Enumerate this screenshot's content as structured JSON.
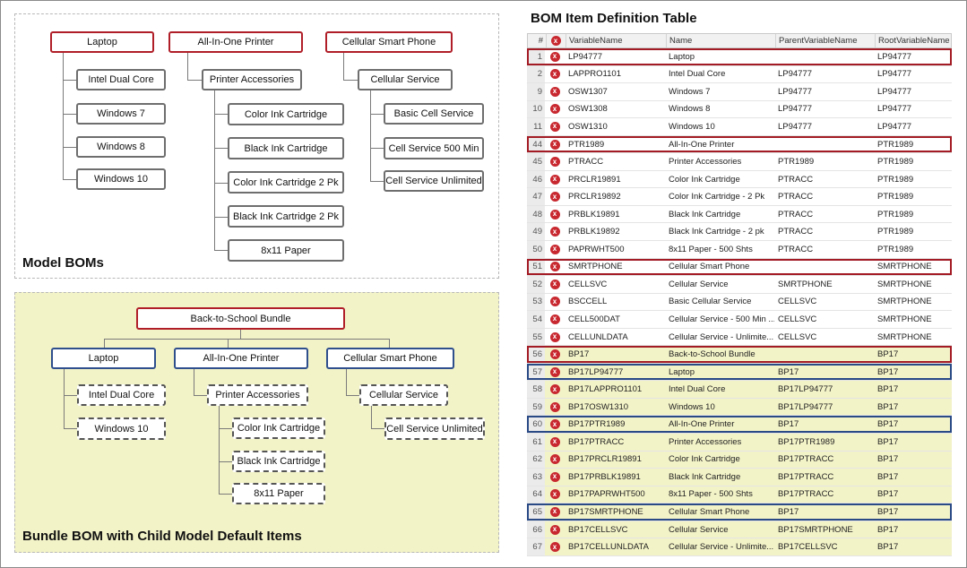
{
  "model_panel": {
    "title": "Model BOMs",
    "laptop": "Laptop",
    "printer": "All-In-One Printer",
    "phone": "Cellular Smart Phone",
    "laptop_children": [
      "Intel Dual Core",
      "Windows 7",
      "Windows 8",
      "Windows 10"
    ],
    "printer_accessories": "Printer Accessories",
    "printer_items": [
      "Color Ink Cartridge",
      "Black Ink Cartridge",
      "Color Ink Cartridge 2 Pk",
      "Black Ink Cartridge 2 Pk",
      "8x11 Paper"
    ],
    "cellular_service": "Cellular Service",
    "service_items": [
      "Basic Cell Service",
      "Cell Service 500 Min",
      "Cell Service Unlimited"
    ]
  },
  "bundle_panel": {
    "title": "Bundle BOM with Child Model Default Items",
    "root": "Back-to-School Bundle",
    "laptop": "Laptop",
    "printer": "All-In-One Printer",
    "phone": "Cellular Smart Phone",
    "laptop_children": [
      "Intel Dual Core",
      "Windows 10"
    ],
    "printer_accessories": "Printer Accessories",
    "printer_items": [
      "Color Ink Cartridge",
      "Black Ink Cartridge",
      "8x11 Paper"
    ],
    "cellular_service": "Cellular Service",
    "service_items": [
      "Cell Service Unlimited"
    ]
  },
  "table": {
    "title": "BOM Item Definition Table",
    "headers": {
      "num": "#",
      "icon": "x",
      "var": "VariableName",
      "name": "Name",
      "parent": "ParentVariableName",
      "root": "RootVariableName"
    },
    "rows": [
      {
        "num": "1",
        "var": "LP94777",
        "name": "Laptop",
        "parent": "",
        "root": "LP94777",
        "hl": "red",
        "bg": ""
      },
      {
        "num": "2",
        "var": "LAPPRO1101",
        "name": "Intel Dual Core",
        "parent": "LP94777",
        "root": "LP94777",
        "hl": "",
        "bg": ""
      },
      {
        "num": "9",
        "var": "OSW1307",
        "name": "Windows 7",
        "parent": "LP94777",
        "root": "LP94777",
        "hl": "",
        "bg": ""
      },
      {
        "num": "10",
        "var": "OSW1308",
        "name": "Windows 8",
        "parent": "LP94777",
        "root": "LP94777",
        "hl": "",
        "bg": ""
      },
      {
        "num": "11",
        "var": "OSW1310",
        "name": "Windows 10",
        "parent": "LP94777",
        "root": "LP94777",
        "hl": "",
        "bg": ""
      },
      {
        "num": "44",
        "var": "PTR1989",
        "name": "All-In-One Printer",
        "parent": "",
        "root": "PTR1989",
        "hl": "red",
        "bg": ""
      },
      {
        "num": "45",
        "var": "PTRACC",
        "name": "Printer Accessories",
        "parent": "PTR1989",
        "root": "PTR1989",
        "hl": "",
        "bg": ""
      },
      {
        "num": "46",
        "var": "PRCLR19891",
        "name": "Color Ink Cartridge",
        "parent": "PTRACC",
        "root": "PTR1989",
        "hl": "",
        "bg": ""
      },
      {
        "num": "47",
        "var": "PRCLR19892",
        "name": "Color Ink Cartridge - 2 Pk",
        "parent": "PTRACC",
        "root": "PTR1989",
        "hl": "",
        "bg": ""
      },
      {
        "num": "48",
        "var": "PRBLK19891",
        "name": "Black Ink Cartridge",
        "parent": "PTRACC",
        "root": "PTR1989",
        "hl": "",
        "bg": ""
      },
      {
        "num": "49",
        "var": "PRBLK19892",
        "name": "Black Ink Cartridge - 2 pk",
        "parent": "PTRACC",
        "root": "PTR1989",
        "hl": "",
        "bg": ""
      },
      {
        "num": "50",
        "var": "PAPRWHT500",
        "name": "8x11 Paper - 500 Shts",
        "parent": "PTRACC",
        "root": "PTR1989",
        "hl": "",
        "bg": ""
      },
      {
        "num": "51",
        "var": "SMRTPHONE",
        "name": "Cellular Smart Phone",
        "parent": "",
        "root": "SMRTPHONE",
        "hl": "red",
        "bg": ""
      },
      {
        "num": "52",
        "var": "CELLSVC",
        "name": "Cellular Service",
        "parent": "SMRTPHONE",
        "root": "SMRTPHONE",
        "hl": "",
        "bg": ""
      },
      {
        "num": "53",
        "var": "BSCCELL",
        "name": "Basic Cellular Service",
        "parent": "CELLSVC",
        "root": "SMRTPHONE",
        "hl": "",
        "bg": ""
      },
      {
        "num": "54",
        "var": "CELL500DAT",
        "name": "Cellular Service - 500 Min ...",
        "parent": "CELLSVC",
        "root": "SMRTPHONE",
        "hl": "",
        "bg": ""
      },
      {
        "num": "55",
        "var": "CELLUNLDATA",
        "name": "Cellular Service - Unlimite...",
        "parent": "CELLSVC",
        "root": "SMRTPHONE",
        "hl": "",
        "bg": ""
      },
      {
        "num": "56",
        "var": "BP17",
        "name": "Back-to-School Bundle",
        "parent": "",
        "root": "BP17",
        "hl": "red",
        "bg": "yel"
      },
      {
        "num": "57",
        "var": "BP17LP94777",
        "name": "Laptop",
        "parent": "BP17",
        "root": "BP17",
        "hl": "blu",
        "bg": "yel"
      },
      {
        "num": "58",
        "var": "BP17LAPPRO1101",
        "name": "Intel Dual Core",
        "parent": "BP17LP94777",
        "root": "BP17",
        "hl": "",
        "bg": "yel"
      },
      {
        "num": "59",
        "var": "BP17OSW1310",
        "name": "Windows 10",
        "parent": "BP17LP94777",
        "root": "BP17",
        "hl": "",
        "bg": "yel"
      },
      {
        "num": "60",
        "var": "BP17PTR1989",
        "name": "All-In-One Printer",
        "parent": "BP17",
        "root": "BP17",
        "hl": "blu",
        "bg": "yel"
      },
      {
        "num": "61",
        "var": "BP17PTRACC",
        "name": "Printer Accessories",
        "parent": "BP17PTR1989",
        "root": "BP17",
        "hl": "",
        "bg": "yel"
      },
      {
        "num": "62",
        "var": "BP17PRCLR19891",
        "name": "Color Ink Cartridge",
        "parent": "BP17PTRACC",
        "root": "BP17",
        "hl": "",
        "bg": "yel"
      },
      {
        "num": "63",
        "var": "BP17PRBLK19891",
        "name": "Black Ink Cartridge",
        "parent": "BP17PTRACC",
        "root": "BP17",
        "hl": "",
        "bg": "yel"
      },
      {
        "num": "64",
        "var": "BP17PAPRWHT500",
        "name": "8x11 Paper - 500 Shts",
        "parent": "BP17PTRACC",
        "root": "BP17",
        "hl": "",
        "bg": "yel"
      },
      {
        "num": "65",
        "var": "BP17SMRTPHONE",
        "name": "Cellular Smart Phone",
        "parent": "BP17",
        "root": "BP17",
        "hl": "blu",
        "bg": "yel"
      },
      {
        "num": "66",
        "var": "BP17CELLSVC",
        "name": "Cellular Service",
        "parent": "BP17SMRTPHONE",
        "root": "BP17",
        "hl": "",
        "bg": "yel"
      },
      {
        "num": "67",
        "var": "BP17CELLUNLDATA",
        "name": "Cellular Service - Unlimite...",
        "parent": "BP17CELLSVC",
        "root": "BP17",
        "hl": "",
        "bg": "yel"
      }
    ]
  },
  "colors": {
    "root_border": "#b01e28",
    "bundle_border": "#2e4e8c",
    "bundle_bg": "#f3f3c8"
  }
}
